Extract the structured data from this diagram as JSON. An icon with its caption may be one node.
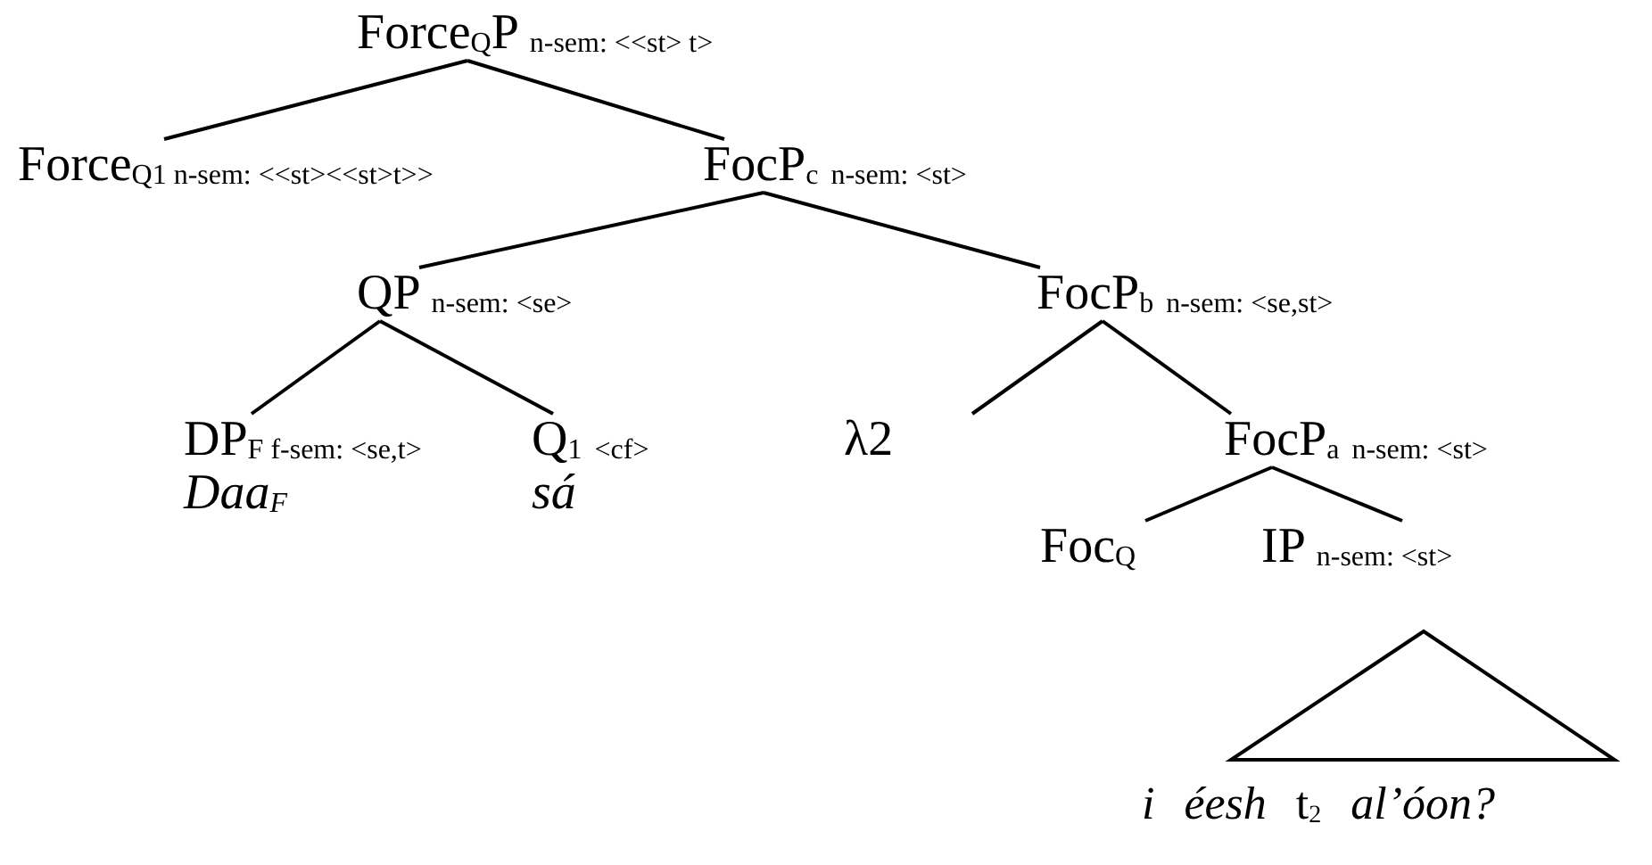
{
  "diagram": {
    "nodes": [
      {
        "text": [
          "Force$_{Q}$P $_{n-sem: <<st> t>}$"
        ]
      },
      {
        "text": [
          "Force$_{Q1 n-sem: <<st><<st>t>>}$"
        ]
      },
      {
        "text": [
          "FocP$_{c}$ $_{n-sem: <st>}$"
        ]
      },
      {
        "text": [
          "QP $_{n-sem: <se>}$"
        ]
      },
      {
        "text": [
          "FocP$_{b}$ $_{n-sem: <se,st>}$"
        ]
      },
      {
        "text": [
          "DP$_{F f-sem: <se,t>}$",
          "Daa$_{F}$"
        ]
      },
      {
        "text": [
          "Q$_{1}$ $_{<cf>}$",
          "sá"
        ]
      },
      {
        "text": [
          "λ2"
        ]
      },
      {
        "text": [
          "FocP$_{a}$ $_{n-sem: <st>}$"
        ]
      },
      {
        "text": [
          "Foc$_{Q}$"
        ]
      },
      {
        "text": [
          "IP $_{n-sem: <st>}$"
        ]
      },
      {
        "text": [
          "*i éesh* t$_{2}$ *al’óon?*"
        ]
      }
    ],
    "edges": [
      {
        "from": 0,
        "to": 1,
        "arrow": "none"
      },
      {
        "from": 0,
        "to": 2,
        "arrow": "none"
      },
      {
        "from": 2,
        "to": 3,
        "arrow": "none"
      },
      {
        "from": 2,
        "to": 4,
        "arrow": "none"
      },
      {
        "from": 3,
        "to": 5,
        "arrow": "none"
      },
      {
        "from": 3,
        "to": 6,
        "arrow": "none"
      },
      {
        "from": 4,
        "to": 7,
        "arrow": "none"
      },
      {
        "from": 4,
        "to": 8,
        "arrow": "none"
      },
      {
        "from": 8,
        "to": 9,
        "arrow": "none"
      },
      {
        "from": 8,
        "to": 10,
        "arrow": "none"
      }
    ]
  }
}
